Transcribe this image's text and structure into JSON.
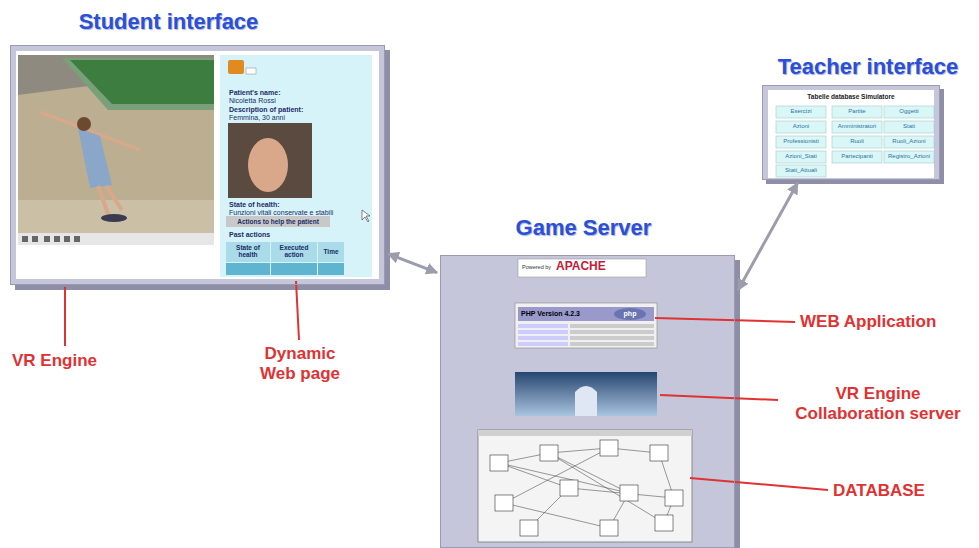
{
  "diagram": {
    "nodes": [
      {
        "text": [
          "Student interface"
        ]
      },
      {
        "text": [
          "Teacher interface"
        ]
      },
      {
        "text": [
          "Game Server"
        ]
      }
    ],
    "edges": [
      {
        "from": 0,
        "to": 2,
        "arrow": "both"
      },
      {
        "from": 1,
        "to": 2,
        "arrow": "both"
      }
    ],
    "labels": [
      "VR Engine",
      "Dynamic Web page",
      "WEB Application",
      "VR Engine Collaboration server",
      "DATABASE",
      "Patient's name:",
      "Nicoletta Rossi",
      "Description of patient:",
      "Femmina, 30 anni",
      "State of health:",
      "Funzioni vitali conservate e stabili",
      "Actions to help the patient",
      "Past actions",
      "State of health",
      "Executed action",
      "Time",
      "Tabelle database Simulatore",
      "Esercizi",
      "Partite",
      "Oggetti",
      "Azioni",
      "Amministratori",
      "Stati",
      "Professionisti",
      "Ruoli",
      "Ruoli_Azioni",
      "Azioni_Stati",
      "Partecipanti",
      "Registro_Azioni",
      "Stati_Attuali",
      "Powered by",
      "APACHE",
      "PHP Version 4.2.3",
      "php"
    ]
  }
}
